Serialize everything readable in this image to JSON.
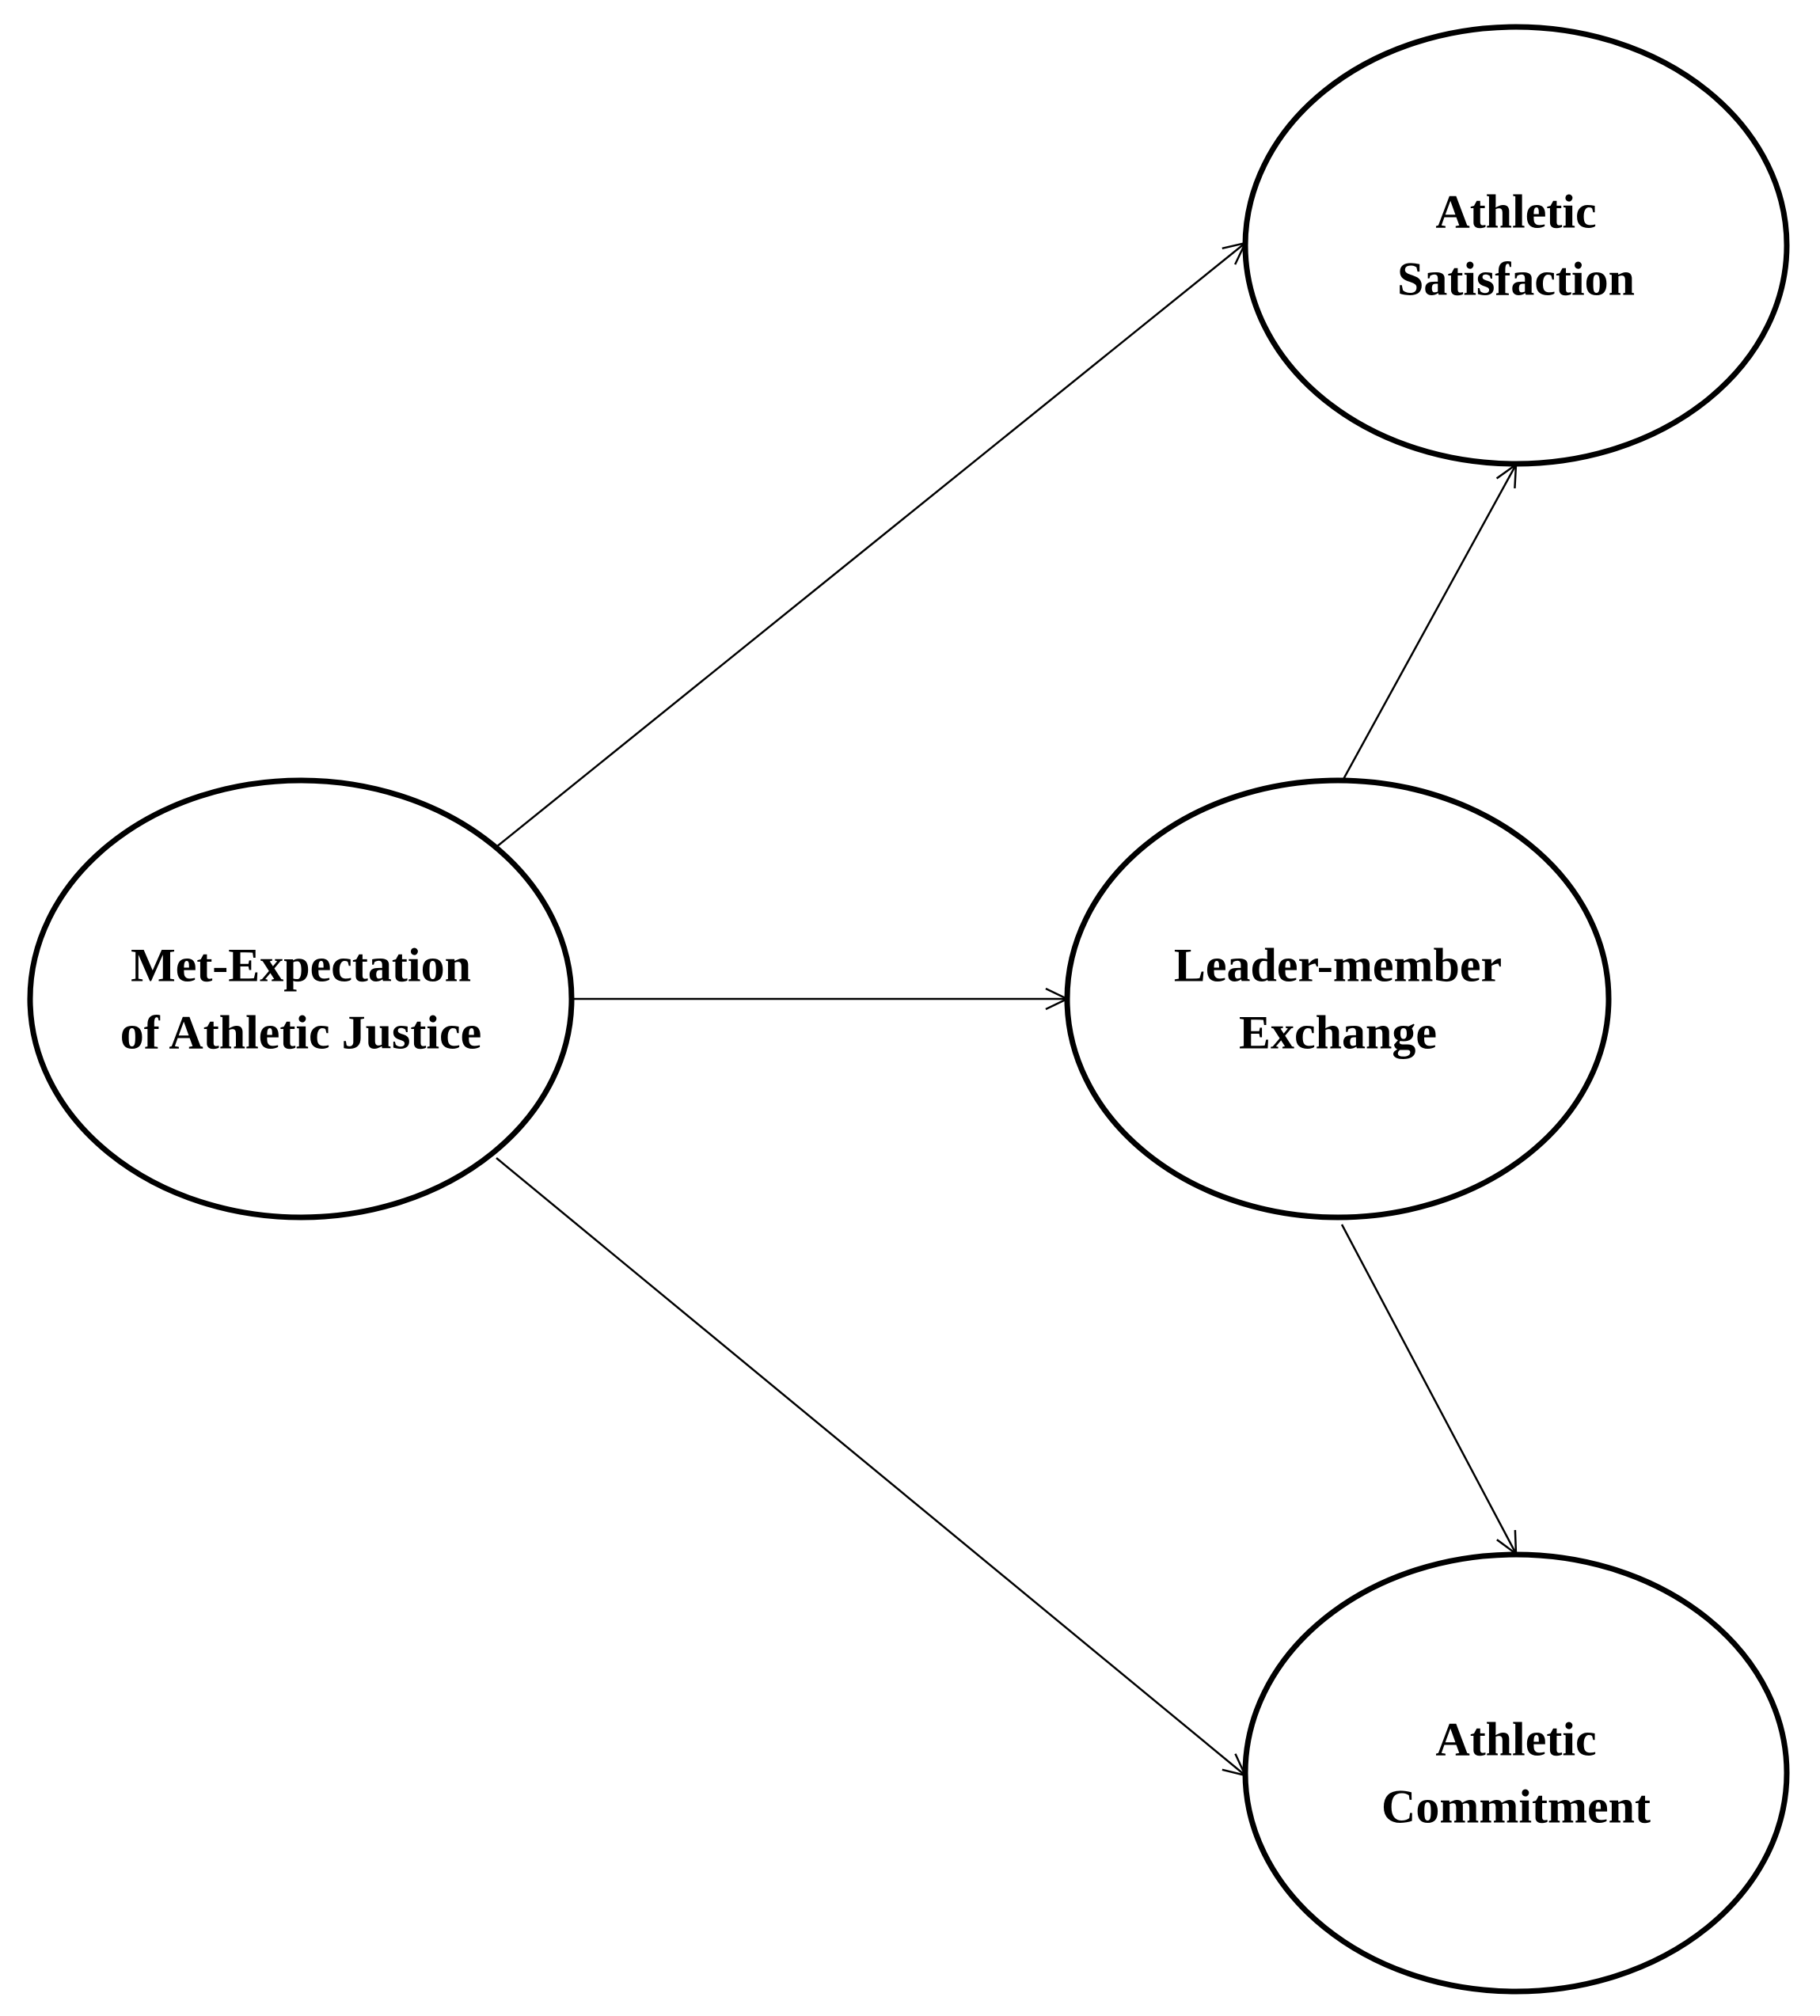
{
  "nodes": [
    {
      "id": "met-expectation",
      "lines": [
        "Met-Expectation",
        "of Athletic Justice"
      ]
    },
    {
      "id": "leader-member-exchange",
      "lines": [
        "Leader-member",
        "Exchange"
      ]
    },
    {
      "id": "athletic-satisfaction",
      "lines": [
        "Athletic",
        "Satisfaction"
      ]
    },
    {
      "id": "athletic-commitment",
      "lines": [
        "Athletic",
        "Commitment"
      ]
    }
  ],
  "edges": [
    {
      "from": "met-expectation",
      "to": "athletic-satisfaction"
    },
    {
      "from": "met-expectation",
      "to": "leader-member-exchange"
    },
    {
      "from": "met-expectation",
      "to": "athletic-commitment"
    },
    {
      "from": "leader-member-exchange",
      "to": "athletic-satisfaction"
    },
    {
      "from": "leader-member-exchange",
      "to": "athletic-commitment"
    }
  ],
  "colors": {
    "stroke": "#000000",
    "background": "#ffffff"
  }
}
